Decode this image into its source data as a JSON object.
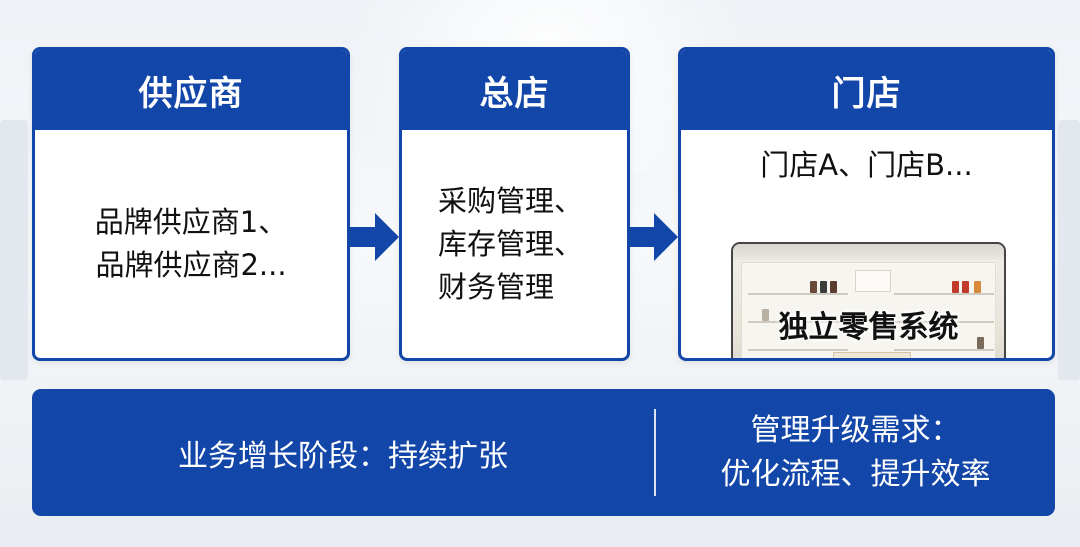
{
  "colors": {
    "primary": "#1246a8",
    "card_bg": "#ffffff",
    "text": "#111111"
  },
  "supplier": {
    "title": "供应商",
    "lines": [
      "品牌供应商1、",
      "品牌供应商2..."
    ]
  },
  "hq": {
    "title": "总店",
    "lines": [
      "采购管理、",
      "库存管理、",
      "财务管理"
    ]
  },
  "store": {
    "title": "门店",
    "subtitle": "门店A、门店B...",
    "photo_label": "独立零售系统"
  },
  "bottom": {
    "left": "业务增长阶段：持续扩张",
    "right_lines": [
      "管理升级需求：",
      "优化流程、提升效率"
    ]
  }
}
